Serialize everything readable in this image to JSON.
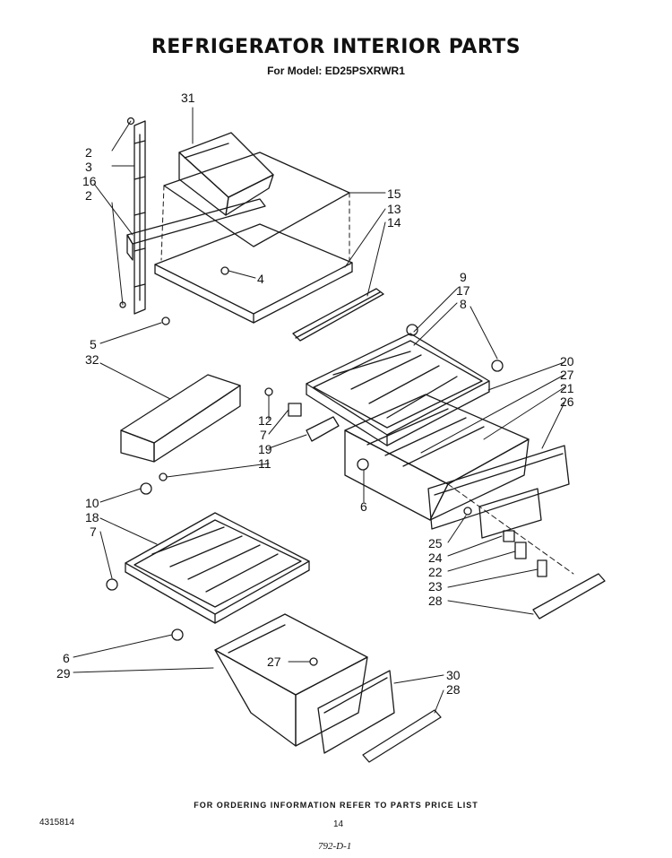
{
  "header": {
    "title": "REFRIGERATOR INTERIOR PARTS",
    "model_line": "For Model: ED25PSXRWR1"
  },
  "callouts": {
    "c31": "31",
    "c2a": "2",
    "c3": "3",
    "c16": "16",
    "c2b": "2",
    "c15": "15",
    "c13": "13",
    "c14": "14",
    "c4": "4",
    "c5": "5",
    "c32": "32",
    "c9": "9",
    "c17": "17",
    "c8": "8",
    "c20": "20",
    "c27a": "27",
    "c21": "21",
    "c26": "26",
    "c12": "12",
    "c7a": "7",
    "c19": "19",
    "c11": "11",
    "c6a": "6",
    "c10": "10",
    "c18": "18",
    "c7b": "7",
    "c25": "25",
    "c24": "24",
    "c22": "22",
    "c23": "23",
    "c28a": "28",
    "c27b": "27",
    "c6b": "6",
    "c29": "29",
    "c30": "30",
    "c28b": "28"
  },
  "footer": {
    "ordering_note": "FOR ORDERING INFORMATION REFER TO PARTS PRICE LIST",
    "part_number": "4315814",
    "page_number": "14",
    "revision_code": "792-D-1"
  }
}
